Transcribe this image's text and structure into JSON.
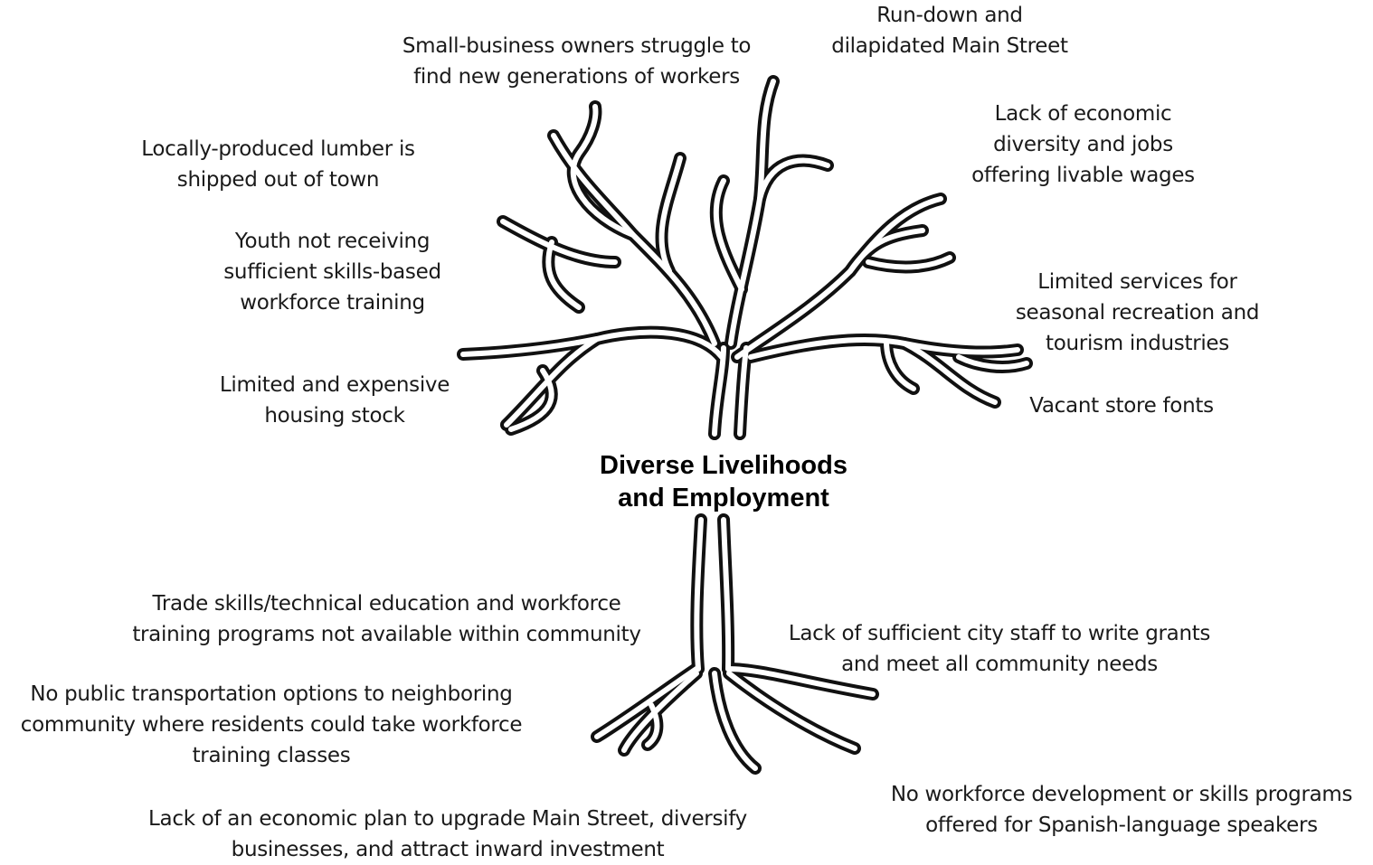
{
  "title": "Diverse Livelihoods\nand Employment",
  "branches": [
    {
      "id": "b1",
      "text": "Small-business owners struggle to\nfind new generations of workers"
    },
    {
      "id": "b2",
      "text": "Run-down and\ndilapidated Main Street"
    },
    {
      "id": "b3",
      "text": "Locally-produced lumber is\nshipped out of town"
    },
    {
      "id": "b4",
      "text": "Lack of economic\ndiversity and jobs\noffering livable wages"
    },
    {
      "id": "b5",
      "text": "Youth not receiving\nsufficient skills-based\nworkforce training"
    },
    {
      "id": "b6",
      "text": "Limited services for\nseasonal recreation and\ntourism industries"
    },
    {
      "id": "b7",
      "text": "Limited and expensive\nhousing stock"
    },
    {
      "id": "b8",
      "text": "Vacant store fonts"
    }
  ],
  "roots": [
    {
      "id": "r1",
      "text": "Trade skills/technical education and workforce\ntraining programs not available within community"
    },
    {
      "id": "r2",
      "text": "Lack of sufficient city staff to write grants\nand meet all community needs"
    },
    {
      "id": "r3",
      "text": "No public transportation options to neighboring\ncommunity where residents could take workforce\ntraining classes"
    },
    {
      "id": "r4",
      "text": "No workforce development or skills programs\noffered for Spanish-language speakers"
    },
    {
      "id": "r5",
      "text": "Lack of an economic plan to upgrade Main Street, diversify\nbusinesses, and attract inward investment"
    }
  ]
}
